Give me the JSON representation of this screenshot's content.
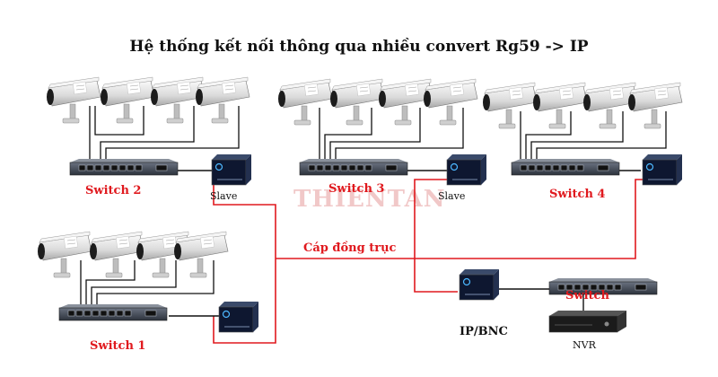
{
  "title": "Hệ thống kết nối thông qua nhiều convert Rg59 -> IP",
  "watermark": "THIENTAN",
  "cable_label": "Cáp đồng trục",
  "ip_bnc_label": "IP/BNC",
  "switch_labels": {
    "s1": "Switch 1",
    "s2": "Switch 2",
    "s3": "Switch 3",
    "s4": "Switch 4",
    "main": "Switch"
  },
  "slave_label": "Slave",
  "nvr_label": "NVR",
  "colors": {
    "coax": "#e0191e",
    "lan": "#111111",
    "label_red": "#e0191e",
    "camera_body": "#e9e9e9",
    "switch_body": "#3c4350"
  }
}
